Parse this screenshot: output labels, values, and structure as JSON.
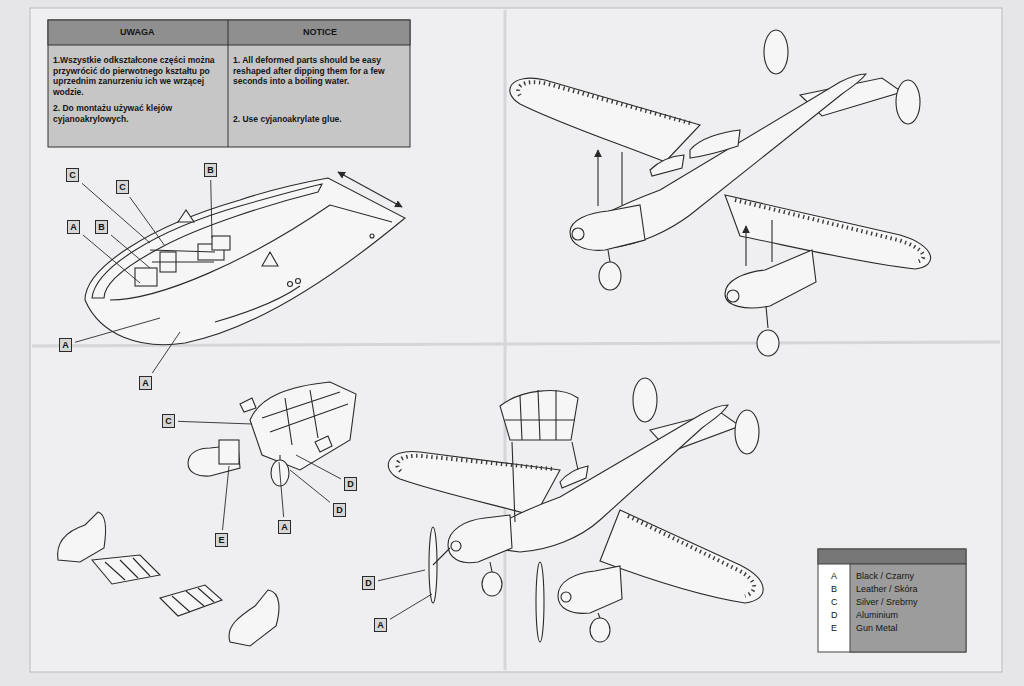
{
  "diagram": {
    "nodes": [
      {
        "text": [
          "C"
        ]
      },
      {
        "text": [
          "C"
        ]
      },
      {
        "text": [
          "B"
        ]
      },
      {
        "text": [
          "A"
        ]
      },
      {
        "text": [
          "B"
        ]
      },
      {
        "text": [
          "A"
        ]
      },
      {
        "text": [
          "A"
        ]
      },
      {
        "text": [
          "C"
        ]
      },
      {
        "text": [
          "E"
        ]
      },
      {
        "text": [
          "A"
        ]
      },
      {
        "text": [
          "D"
        ]
      },
      {
        "text": [
          "D"
        ]
      },
      {
        "text": [
          "D"
        ]
      },
      {
        "text": [
          "A"
        ]
      }
    ],
    "labels": [
      "UWAGA",
      "NOTICE",
      "1.Wszystkie odkształcone części można przywrócić do pierwotnego kształtu po uprzednim zanurzeniu ich we wrzącej wodzie.",
      "2. Do montażu używać klejów cyjanoakrylowych.",
      "1. All deformed parts should be easy reshaped after dipping them for a few seconds into a boiling water.",
      "2. Use cyjanoakrylate glue.",
      "A",
      "B",
      "C",
      "D",
      "E"
    ],
    "legend": [
      {
        "text": "Black / Czarny"
      },
      {
        "text": "Leather / Skóra"
      },
      {
        "text": "Silver / Srebrny"
      },
      {
        "text": "Aluminium"
      },
      {
        "text": "Gun Metal"
      }
    ]
  }
}
